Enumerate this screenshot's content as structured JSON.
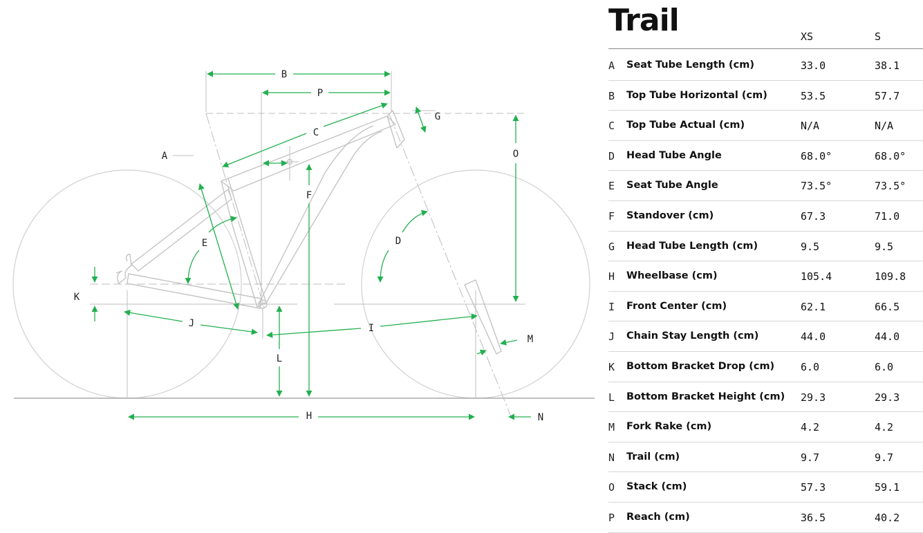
{
  "panel": {
    "title": "Trail",
    "sizes": [
      "XS",
      "S"
    ],
    "rows": [
      {
        "letter": "A",
        "name": "Seat Tube Length (cm)",
        "xs": "33.0",
        "s": "38.1"
      },
      {
        "letter": "B",
        "name": "Top Tube Horizontal (cm)",
        "xs": "53.5",
        "s": "57.7"
      },
      {
        "letter": "C",
        "name": "Top Tube Actual (cm)",
        "xs": "N/A",
        "s": "N/A"
      },
      {
        "letter": "D",
        "name": "Head Tube Angle",
        "xs": "68.0°",
        "s": "68.0°"
      },
      {
        "letter": "E",
        "name": "Seat Tube Angle",
        "xs": "73.5°",
        "s": "73.5°"
      },
      {
        "letter": "F",
        "name": "Standover (cm)",
        "xs": "67.3",
        "s": "71.0"
      },
      {
        "letter": "G",
        "name": "Head Tube Length (cm)",
        "xs": "9.5",
        "s": "9.5"
      },
      {
        "letter": "H",
        "name": "Wheelbase (cm)",
        "xs": "105.4",
        "s": "109.8"
      },
      {
        "letter": "I",
        "name": "Front Center (cm)",
        "xs": "62.1",
        "s": "66.5"
      },
      {
        "letter": "J",
        "name": "Chain Stay Length (cm)",
        "xs": "44.0",
        "s": "44.0"
      },
      {
        "letter": "K",
        "name": "Bottom Bracket Drop (cm)",
        "xs": "6.0",
        "s": "6.0"
      },
      {
        "letter": "L",
        "name": "Bottom Bracket Height (cm)",
        "xs": "29.3",
        "s": "29.3"
      },
      {
        "letter": "M",
        "name": "Fork Rake (cm)",
        "xs": "4.2",
        "s": "4.2"
      },
      {
        "letter": "N",
        "name": "Trail (cm)",
        "xs": "9.7",
        "s": "9.7"
      },
      {
        "letter": "O",
        "name": "Stack (cm)",
        "xs": "57.3",
        "s": "59.1"
      },
      {
        "letter": "P",
        "name": "Reach (cm)",
        "xs": "36.5",
        "s": "40.2"
      }
    ]
  },
  "diagram": {
    "labels": {
      "A": "A",
      "B": "B",
      "C": "C",
      "D": "D",
      "E": "E",
      "F": "F",
      "G": "G",
      "H": "H",
      "I": "I",
      "J": "J",
      "K": "K",
      "L": "L",
      "M": "M",
      "N": "N",
      "O": "O",
      "P": "P"
    },
    "colors": {
      "dimension": "#22b04f",
      "frame": "#c4c4c4",
      "guide": "#bdbdbd",
      "ground": "#a8a8a8"
    }
  }
}
